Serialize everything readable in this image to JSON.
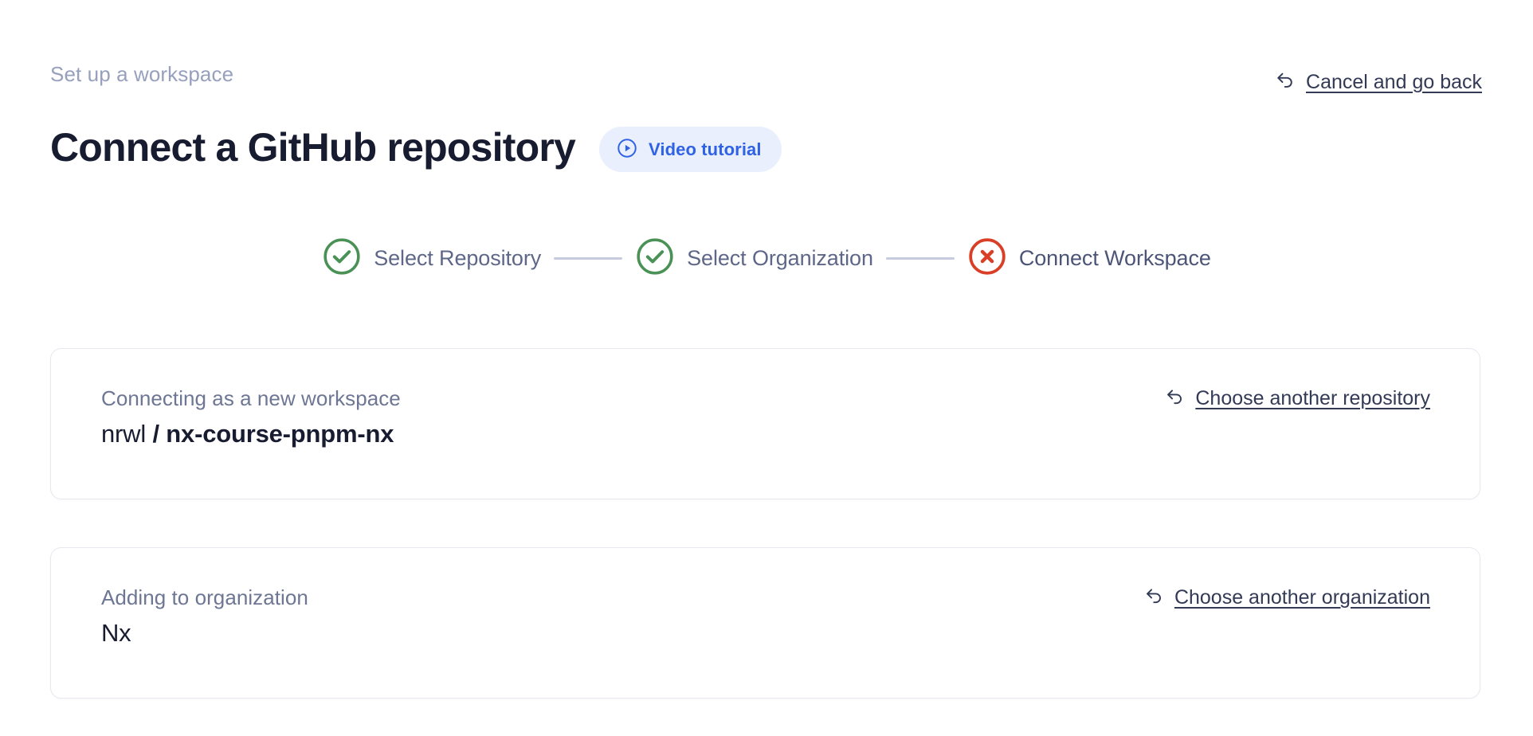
{
  "header": {
    "eyebrow": "Set up a workspace",
    "title": "Connect a GitHub repository",
    "video_badge": {
      "label": "Video tutorial",
      "icon": "play-circle-icon",
      "bg_color": "#e9effd",
      "text_color": "#2f62e4"
    },
    "cancel": {
      "label": "Cancel and go back",
      "icon": "undo-arrow-icon"
    }
  },
  "stepper": {
    "steps": [
      {
        "label": "Select Repository",
        "state": "complete",
        "icon": "check-circle-icon",
        "color": "#4a9156"
      },
      {
        "label": "Select Organization",
        "state": "complete",
        "icon": "check-circle-icon",
        "color": "#4a9156"
      },
      {
        "label": "Connect Workspace",
        "state": "error",
        "icon": "x-circle-icon",
        "color": "#d93f26"
      }
    ],
    "connector_color": "#c6cbdf"
  },
  "cards": [
    {
      "id": "repository",
      "caption": "Connecting as a new workspace",
      "owner": "nrwl",
      "separator": " / ",
      "repo": "nx-course-pnpm-nx",
      "action": {
        "label": "Choose another repository",
        "icon": "undo-arrow-icon"
      }
    },
    {
      "id": "organization",
      "caption": "Adding to organization",
      "value": "Nx",
      "action": {
        "label": "Choose another organization",
        "icon": "undo-arrow-icon"
      }
    }
  ],
  "theme": {
    "background": "#ffffff",
    "title_color": "#181c30",
    "muted_color": "#97a0bd",
    "link_color": "#333a56",
    "card_border": "#e7e8f0"
  }
}
